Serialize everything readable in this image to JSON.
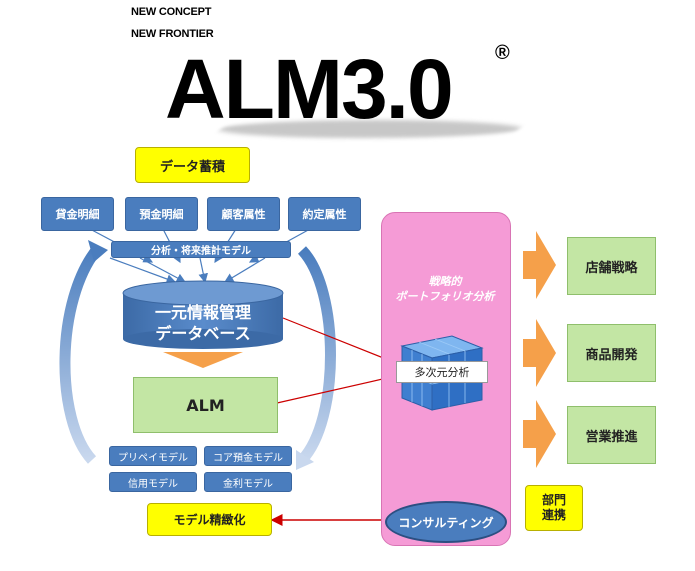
{
  "header": {
    "line1": "NEW CONCEPT",
    "line2": "NEW FRONTIER",
    "logo": "ALM3.0",
    "registered": "®"
  },
  "left": {
    "data_accumulation": "データ蓄積",
    "sources": [
      "貸金明細",
      "預金明細",
      "顧客属性",
      "約定属性"
    ],
    "analysis_model": "分析・将来推計モデル",
    "database_line1": "一元情報管理",
    "database_line2": "データベース",
    "alm": "ALM",
    "models": [
      "プリペイモデル",
      "コア預金モデル",
      "信用モデル",
      "金利モデル"
    ],
    "model_refinement": "モデル精緻化"
  },
  "center": {
    "strategic_line1": "戦略的",
    "strategic_line2": "ポートフォリオ分析",
    "multidimensional": "多次元分析",
    "consulting": "コンサルティング"
  },
  "right": {
    "outputs": [
      "店舗戦略",
      "商品開発",
      "営業推進"
    ],
    "department_line1": "部門",
    "department_line2": "連携"
  },
  "colors": {
    "blue": "#4a7dbe",
    "green": "#c3e6a4",
    "yellow": "#ffff00",
    "pink": "#f59bd6",
    "orange": "#f5a04a",
    "red": "#cc0000"
  }
}
